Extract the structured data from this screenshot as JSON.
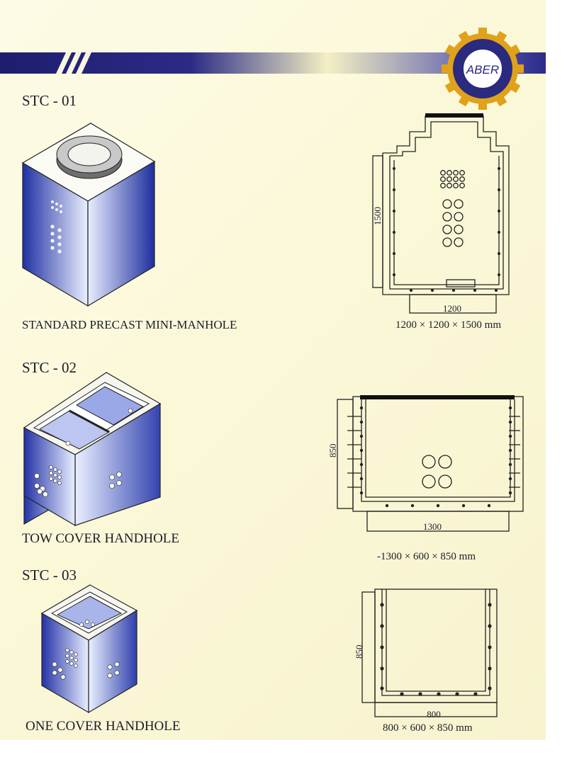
{
  "logo": {
    "text": "ABER",
    "icon": "gear-badge-icon"
  },
  "products": [
    {
      "code": "STC - 01",
      "name": "STANDARD PRECAST MINI-MANHOLE",
      "dims": "1200 × 1200 × 1500 mm",
      "width_label": "1200",
      "height_label": "1500"
    },
    {
      "code": "STC - 02",
      "name": "TOW COVER HANDHOLE",
      "dims": "-1300 × 600 × 850 mm",
      "width_label": "1300",
      "height_label": "850"
    },
    {
      "code": "STC - 03",
      "name": "ONE COVER HANDHOLE",
      "dims": "800 × 600 × 850 mm",
      "width_label": "800",
      "height_label": "850"
    }
  ],
  "colors": {
    "blue_dark": "#1e2c9a",
    "blue_light": "#eef2ff",
    "banner": "#2b2b86",
    "gear": "#e0a21a"
  }
}
